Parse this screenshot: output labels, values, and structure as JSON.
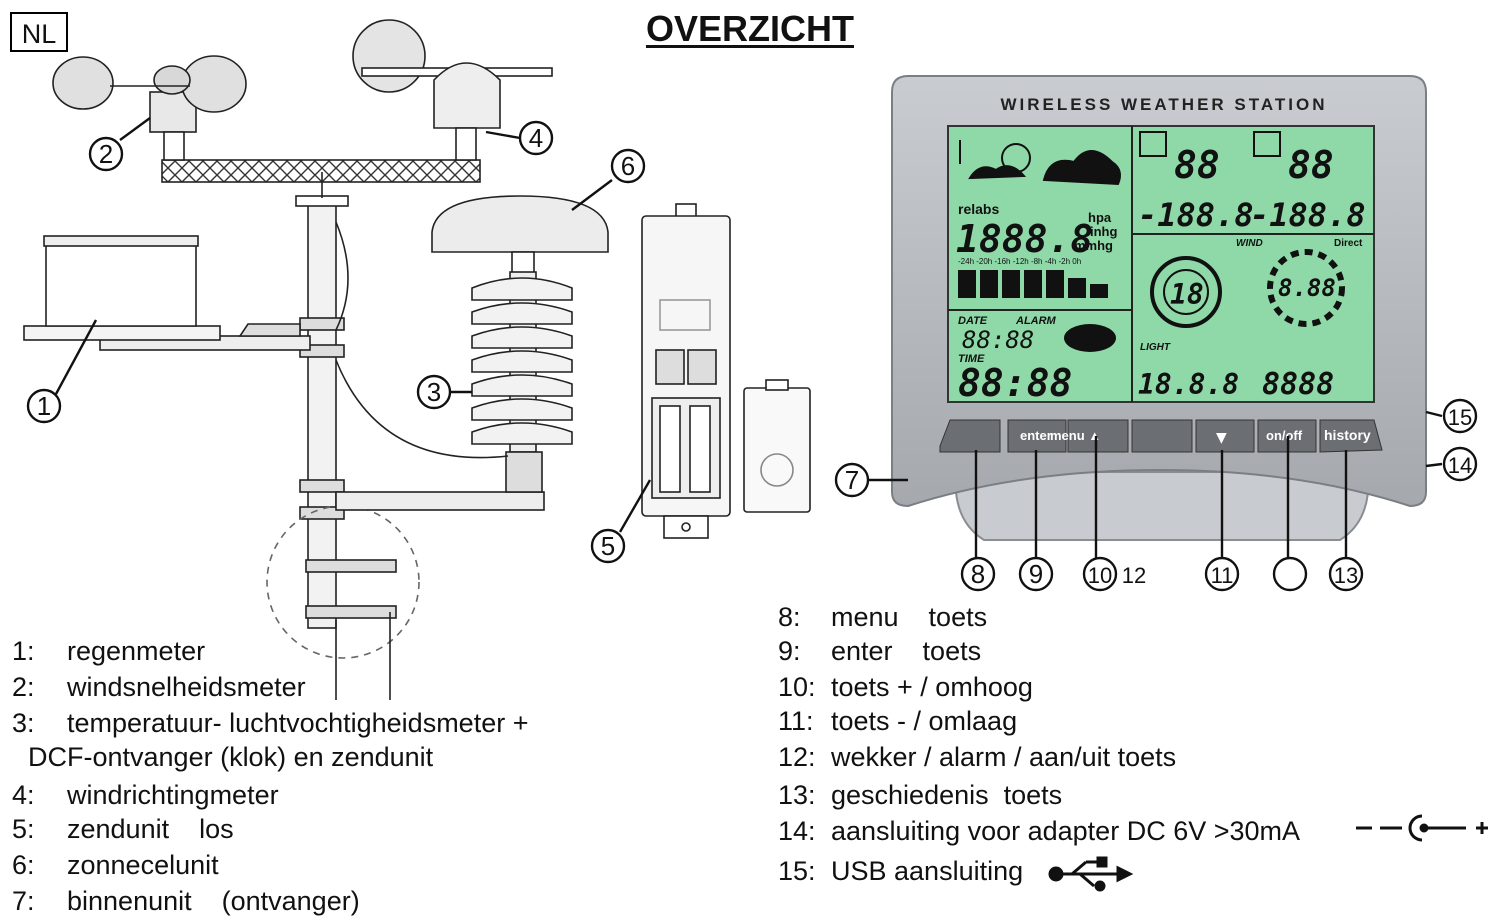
{
  "header": {
    "badge": "NL",
    "title": "OVERZICHT"
  },
  "station": {
    "brand": "WIRELESS WEATHER STATION",
    "buttons": [
      "",
      "enter",
      "menu ▲",
      "",
      "▼",
      "on/off",
      "history"
    ],
    "lcd": {
      "in_humidity": "88",
      "out_humidity": "88",
      "pressure_label": "relabs",
      "pressure": "1888.8",
      "pressure_units": [
        "hpa",
        "inhg",
        "mmhg"
      ],
      "in_temp": "-188.8",
      "out_temp": "-188.8",
      "wind_dir": "18",
      "wind_speed": "8.88",
      "date_label": "DATE",
      "alarm_label": "ALARM",
      "date": "88:88",
      "time_label": "TIME",
      "time": "88:88",
      "light_label": "LIGHT",
      "light": "18.8.8",
      "rain": "8888",
      "wind_label": "WIND",
      "direct_label": "Direct",
      "history_axis": "-24h -20h -16h -12h -8h -4h -2h 0h"
    }
  },
  "callouts": [
    "1",
    "2",
    "3",
    "4",
    "5",
    "6",
    "7",
    "8",
    "9",
    "10",
    "12",
    "11",
    "",
    "13",
    "15",
    "14"
  ],
  "legend_left": [
    {
      "num": "1:",
      "text": "regenmeter"
    },
    {
      "num": "2:",
      "text": "windsnelheidsmeter"
    },
    {
      "num": "3:",
      "text": "temperatuur- luchtvochtigheidsmeter +"
    },
    {
      "num": "",
      "text": "DCF-ontvanger (klok) en zendunit"
    },
    {
      "num": "4:",
      "text": "windrichtingmeter"
    },
    {
      "num": "5:",
      "text": "zendunit    los"
    },
    {
      "num": "6:",
      "text": "zonnecelunit"
    },
    {
      "num": "7:",
      "text": "binnenunit    (ontvanger)"
    }
  ],
  "legend_right": [
    {
      "num": "8:",
      "text": "menu    toets"
    },
    {
      "num": "9:",
      "text": "enter    toets"
    },
    {
      "num": "10:",
      "text": "toets + / omhoog"
    },
    {
      "num": "11:",
      "text": "toets - / omlaag"
    },
    {
      "num": "12:",
      "text": "wekker / alarm / aan/uit toets"
    },
    {
      "num": "13:",
      "text": "geschiedenis  toets"
    },
    {
      "num": "14:",
      "text": "aansluiting voor adapter DC 6V >30mA"
    },
    {
      "num": "15:",
      "text": "USB aansluiting"
    }
  ],
  "colors": {
    "lcd": "#8fd9a8",
    "housing": "#b4b8bd",
    "button": "#6b6e73",
    "line": "#111111"
  }
}
